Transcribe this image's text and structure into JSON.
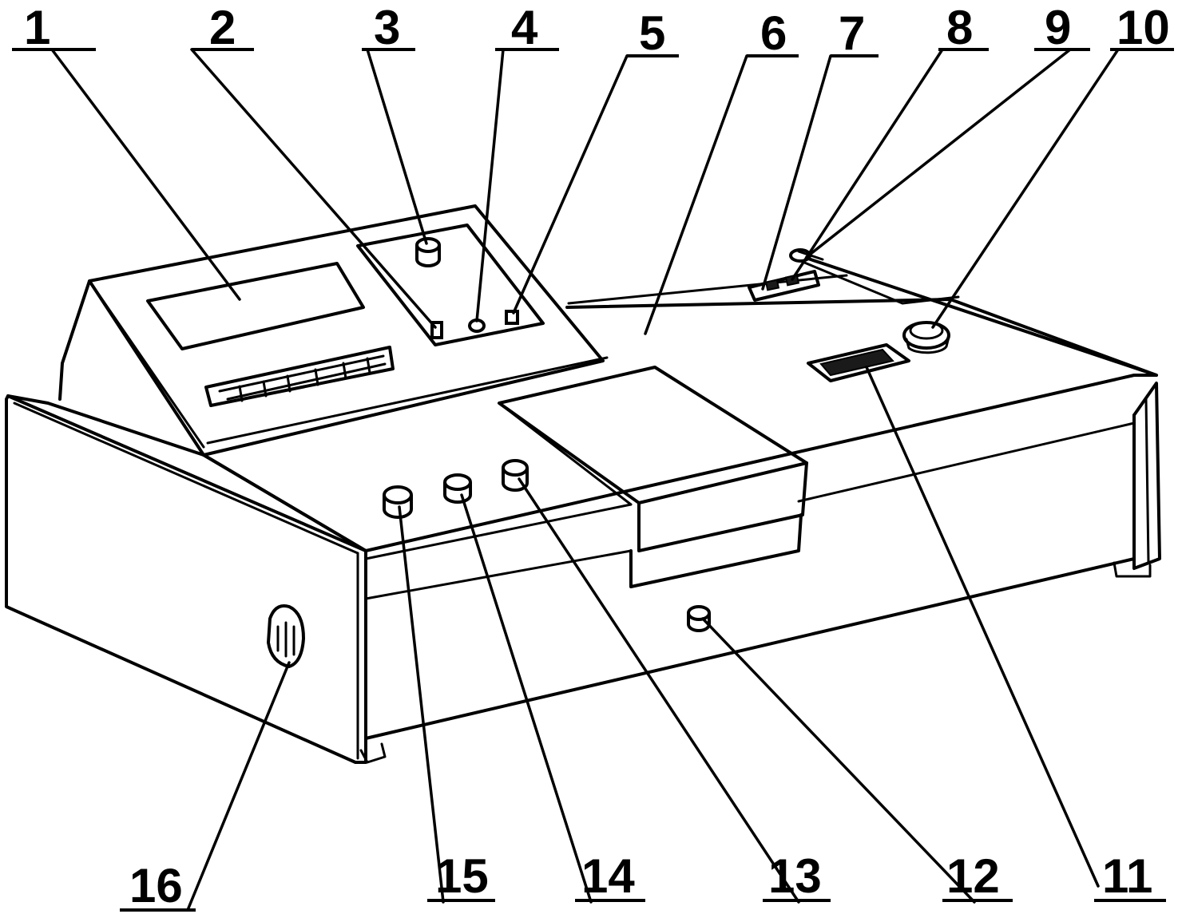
{
  "labels": [
    {
      "id": 1,
      "text": "1"
    },
    {
      "id": 2,
      "text": "2"
    },
    {
      "id": 3,
      "text": "3"
    },
    {
      "id": 4,
      "text": "4"
    },
    {
      "id": 5,
      "text": "5"
    },
    {
      "id": 6,
      "text": "6"
    },
    {
      "id": 7,
      "text": "7"
    },
    {
      "id": 8,
      "text": "8"
    },
    {
      "id": 9,
      "text": "9"
    },
    {
      "id": 10,
      "text": "10"
    },
    {
      "id": 11,
      "text": "11"
    },
    {
      "id": 12,
      "text": "12"
    },
    {
      "id": 13,
      "text": "13"
    },
    {
      "id": 14,
      "text": "14"
    },
    {
      "id": 15,
      "text": "15"
    },
    {
      "id": 16,
      "text": "16"
    }
  ]
}
